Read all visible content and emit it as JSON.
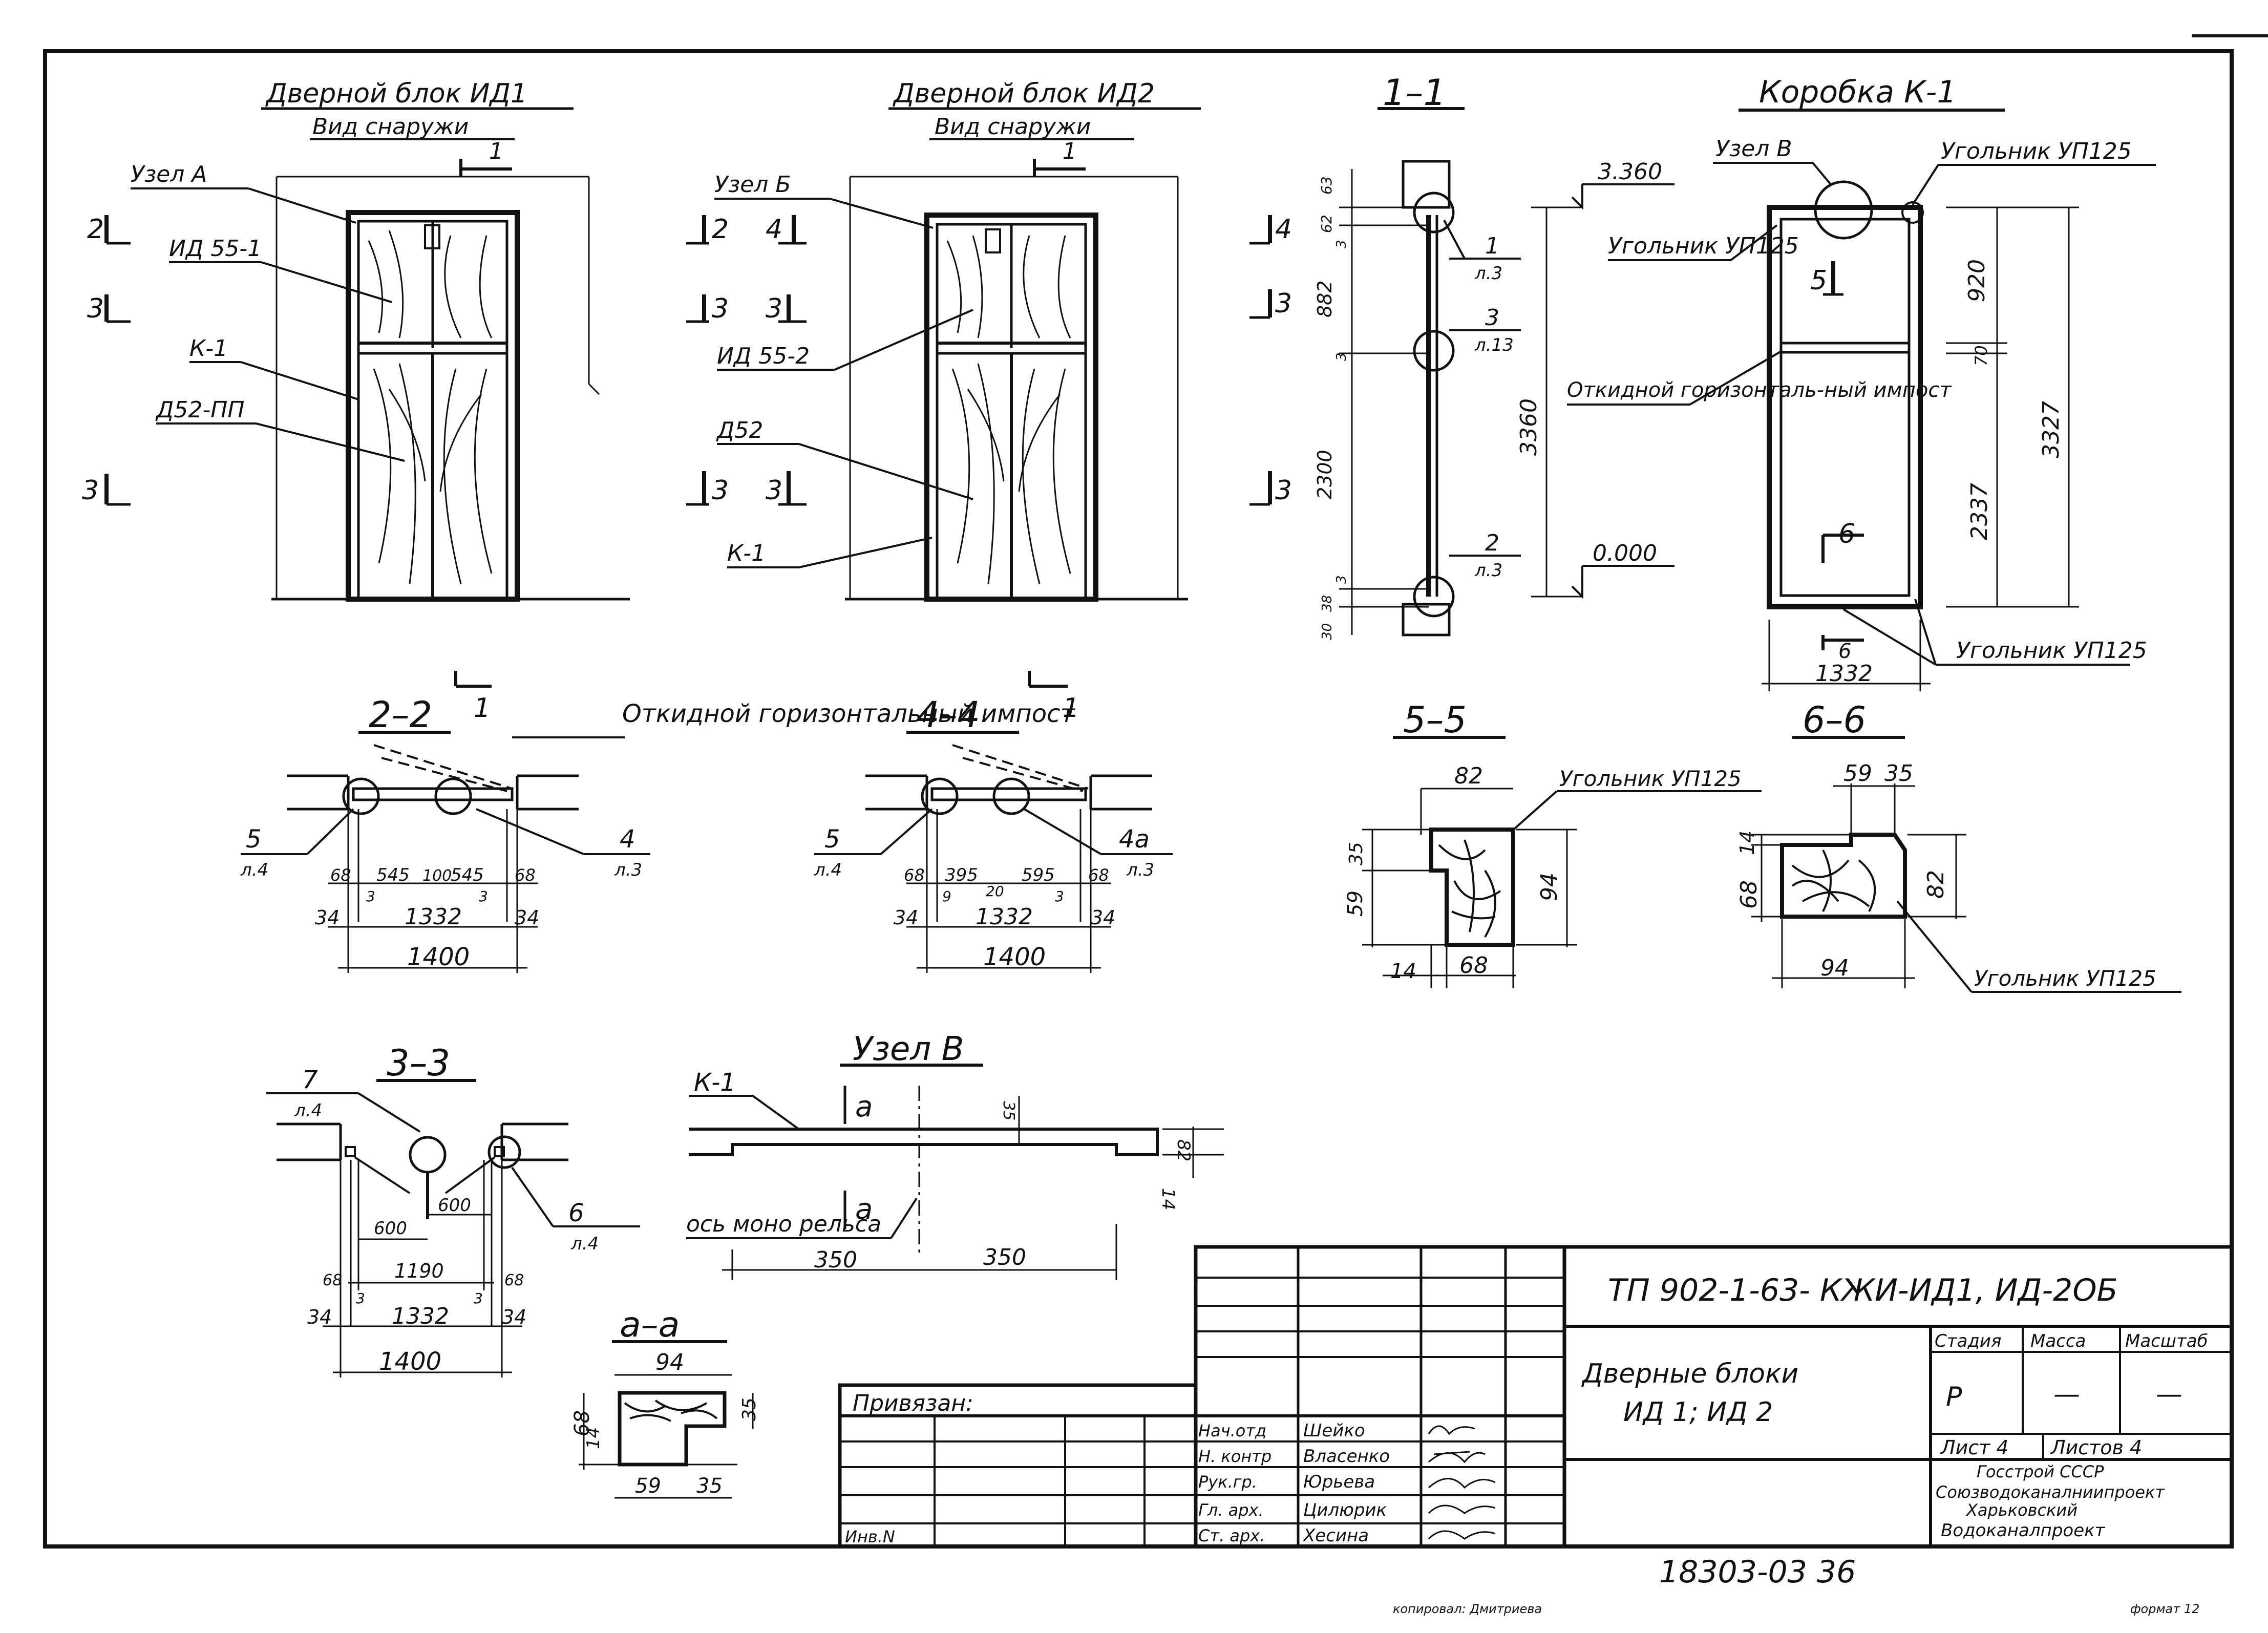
{
  "views": {
    "door_id1": {
      "title": "Дверной блок ИД1",
      "subtitle": "Вид снаружи",
      "callouts": [
        "Узел А",
        "ИД 55-1",
        "К-1",
        "Д52-ПП"
      ],
      "markers": [
        "2",
        "3",
        "3",
        "1"
      ]
    },
    "door_id2": {
      "title": "Дверной блок ИД2",
      "subtitle": "Вид снаружи",
      "callouts": [
        "Узел Б",
        "ИД 55-2",
        "Д52",
        "К-1"
      ],
      "markers": [
        "2",
        "4",
        "3",
        "3",
        "3",
        "3",
        "1"
      ]
    },
    "section_1_1": {
      "title": "1–1",
      "levels": [
        "3.360",
        "0.000"
      ],
      "dims": [
        "63",
        "62",
        "3",
        "882",
        "3",
        "2300",
        "3",
        "38",
        "30",
        "3360"
      ],
      "nodes": [
        {
          "n": "1",
          "s": "л.3"
        },
        {
          "n": "3",
          "s": "л.13"
        },
        {
          "n": "2",
          "s": "л.3"
        }
      ],
      "markers": [
        "4",
        "3",
        "3"
      ]
    },
    "frame_k1": {
      "title": "Коробка К-1",
      "callouts": [
        "Узел В",
        "Угольник УП125",
        "Угольник УП125",
        "Откидной горизонталь-ный импост",
        "Угольник УП125"
      ],
      "dims": [
        "920",
        "70",
        "2337",
        "3327",
        "1332"
      ],
      "markers": [
        "5",
        "6",
        "6"
      ]
    },
    "section_2_2": {
      "title": "2–2",
      "marker": "1",
      "callout": "Откидной горизонтальный импост",
      "nodes": [
        {
          "n": "5",
          "s": "л.4"
        },
        {
          "n": "4",
          "s": "л.3"
        }
      ],
      "dims": [
        "68",
        "545",
        "100",
        "545",
        "68",
        "3",
        "3",
        "34",
        "1332",
        "34",
        "1400"
      ]
    },
    "section_4_4": {
      "title": "4–4",
      "marker": "1",
      "nodes": [
        {
          "n": "5",
          "s": "л.4"
        },
        {
          "n": "4а",
          "s": "л.3"
        }
      ],
      "dims": [
        "68",
        "395",
        "20",
        "595",
        "68",
        "9",
        "3",
        "34",
        "1332",
        "34",
        "1400"
      ]
    },
    "section_5_5": {
      "title": "5–5",
      "callout": "Угольник УП125",
      "dims": [
        "82",
        "35",
        "59",
        "94",
        "14",
        "68"
      ]
    },
    "section_6_6": {
      "title": "6–6",
      "callout": "Угольник УП125",
      "dims": [
        "59",
        "35",
        "14",
        "68",
        "82",
        "94"
      ]
    },
    "section_3_3": {
      "title": "3–3",
      "nodes": [
        {
          "n": "7",
          "s": "л.4"
        },
        {
          "n": "6",
          "s": "л.4"
        }
      ],
      "dims": [
        "600",
        "600",
        "1190",
        "68",
        "3",
        "3",
        "68",
        "34",
        "1332",
        "34",
        "1400"
      ]
    },
    "node_v": {
      "title": "Узел В",
      "labels": [
        "К-1",
        "а",
        "а",
        "ось моно рельса"
      ],
      "dims": [
        "35",
        "82",
        "14",
        "350",
        "350"
      ]
    },
    "section_a_a": {
      "title": "а–а",
      "dims": [
        "94",
        "35",
        "68",
        "14",
        "59",
        "35"
      ]
    }
  },
  "title_block": {
    "project_code": "ТП 902-1-63-   КЖИ-ИД1, ИД-2ОБ",
    "drawing_name": [
      "Дверные     блоки",
      "ИД 1;    ИД 2"
    ],
    "headers": {
      "stage": "Стадия",
      "mass": "Масса",
      "scale": "Масштаб"
    },
    "values": {
      "stage": "Р",
      "mass": "—",
      "scale": "—"
    },
    "sheet": "Лист 4",
    "sheets": "Листов 4",
    "org": [
      "Госстрой СССР",
      "Союзводоканалниипроект",
      "Харьковский",
      "Водоканалпроект"
    ],
    "bound": "Привязан:",
    "inv": "Инв.N",
    "roles": [
      "Нач.отд",
      "Н. контр",
      "Рук.гр.",
      "Гл. арх.",
      "Ст. арх."
    ],
    "names": [
      "Шейко",
      "Власенко",
      "Юрьева",
      "Цилюрик",
      "Хесина"
    ]
  },
  "footer": {
    "number": "18303-03     36",
    "copied": "копировал: Дмитриева",
    "format": "формат 12"
  }
}
